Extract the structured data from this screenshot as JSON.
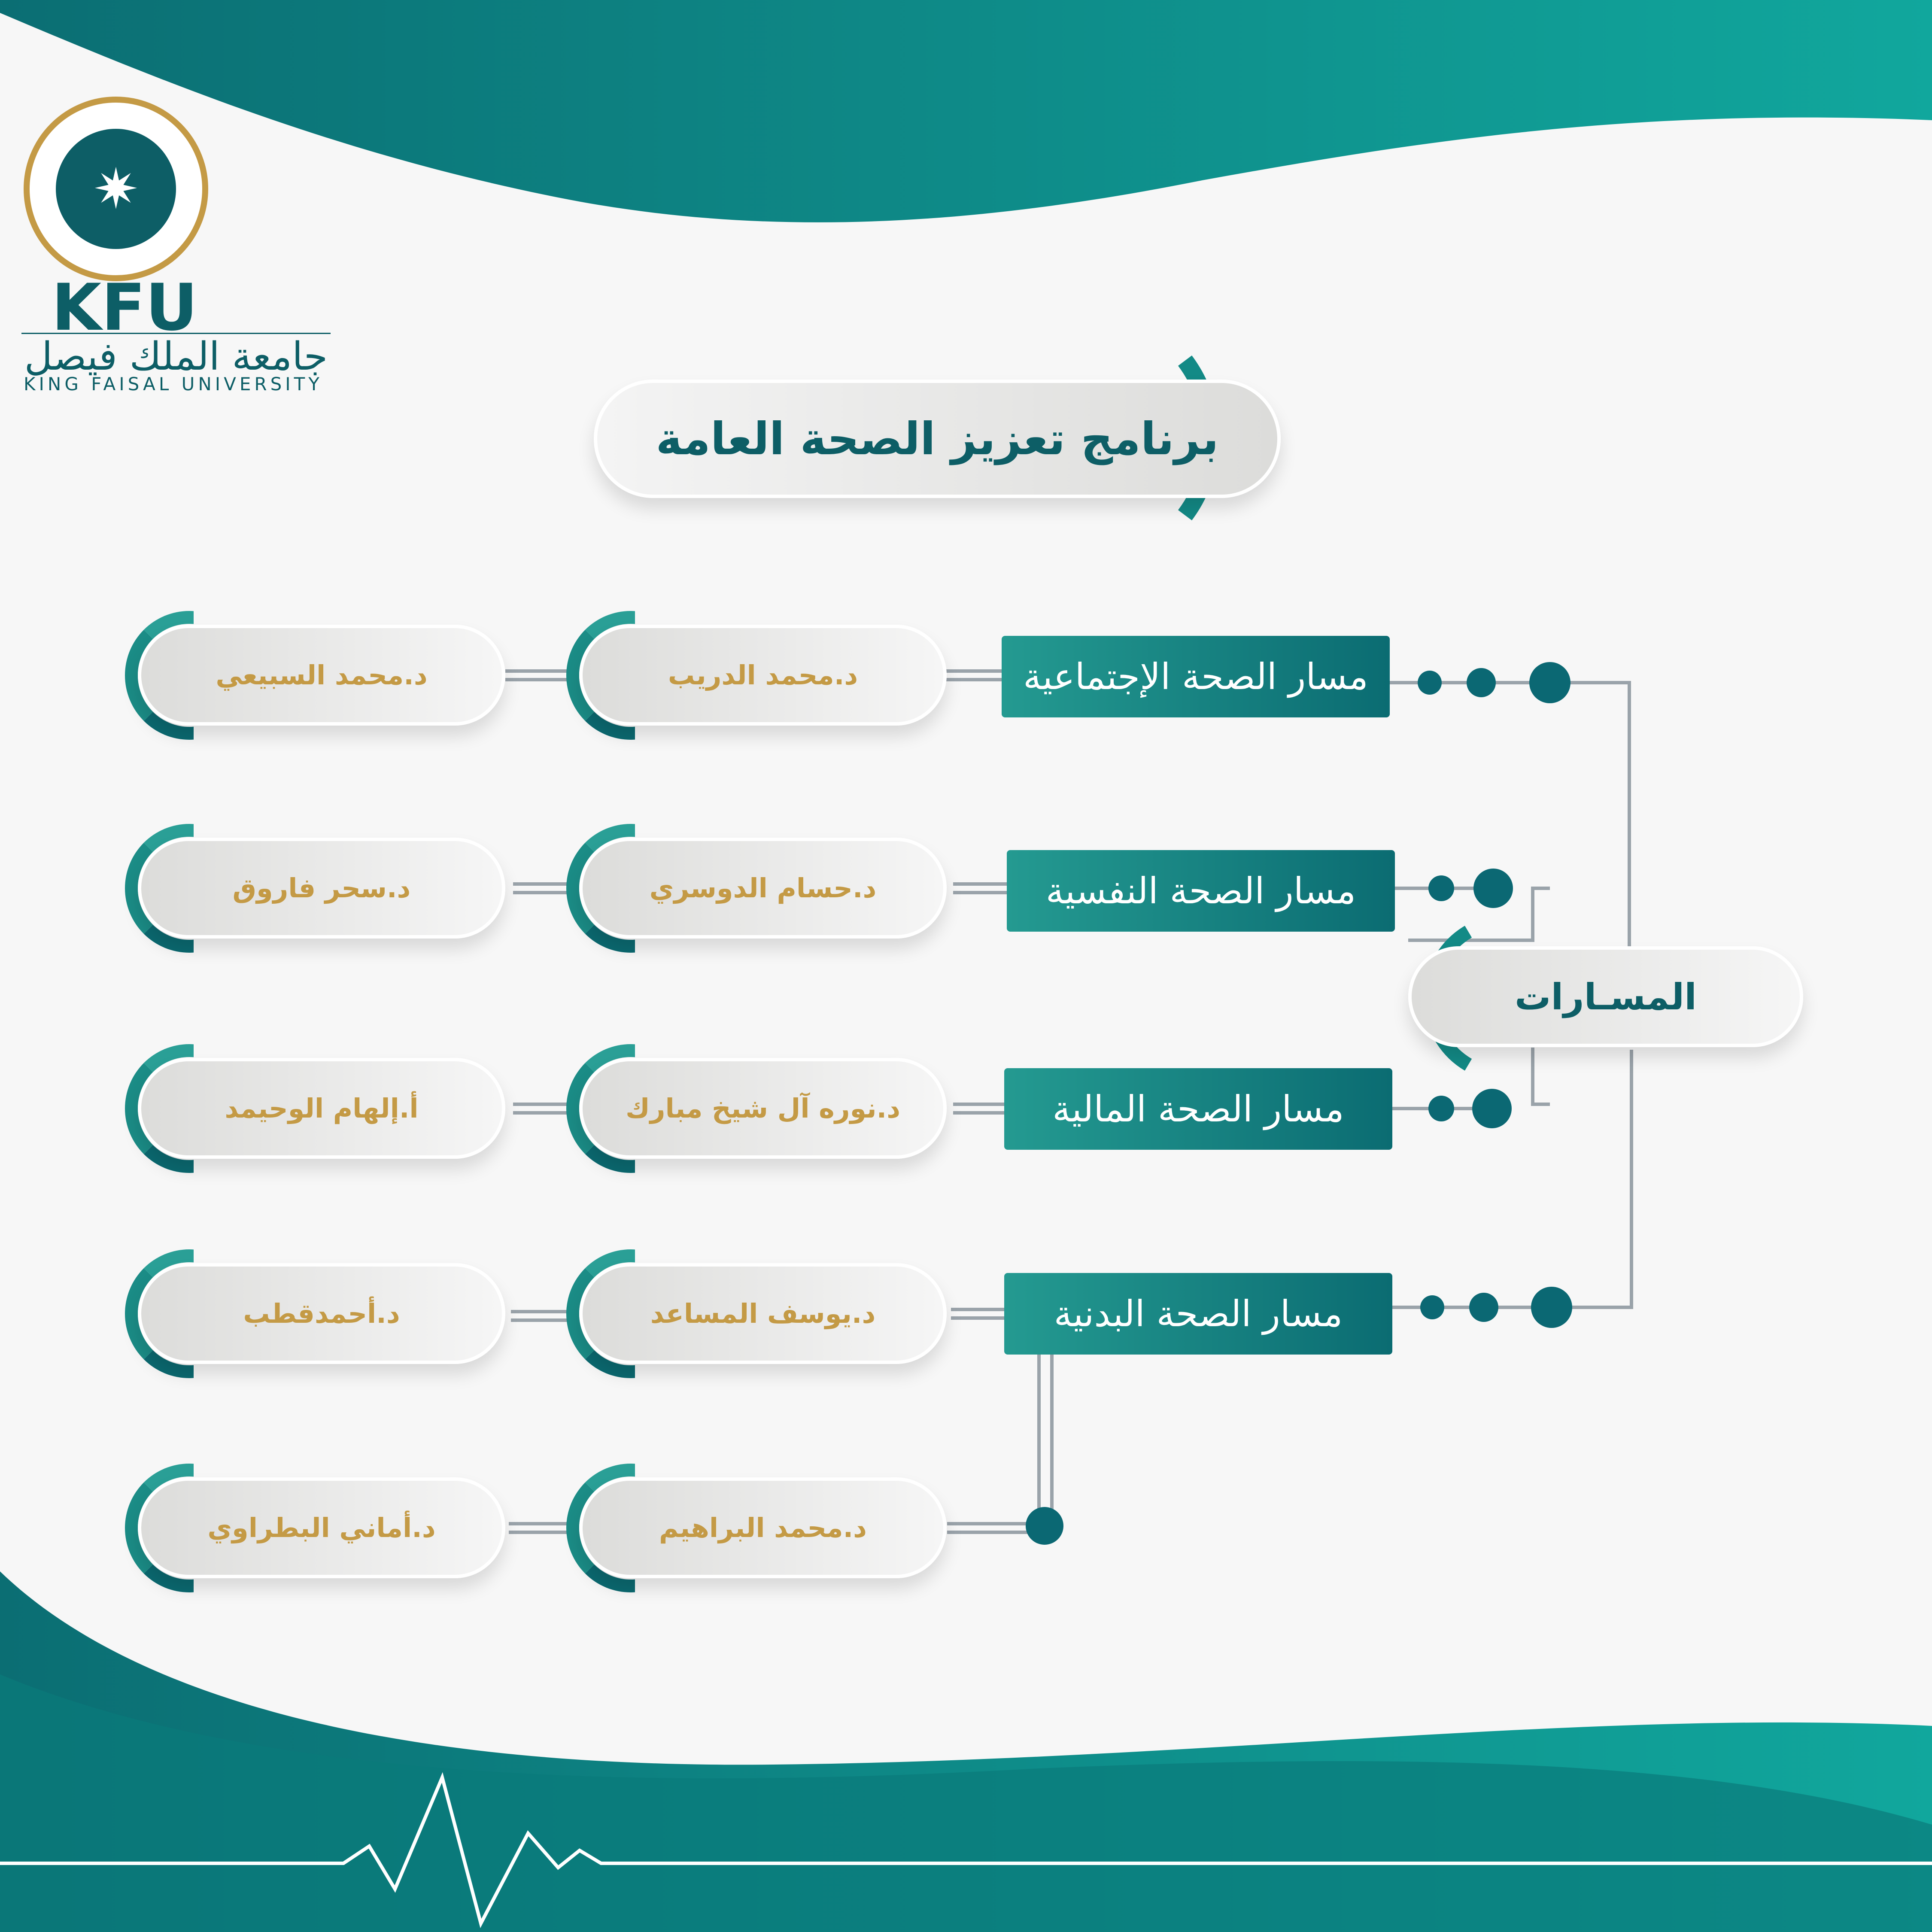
{
  "logo": {
    "abbr": "KFU",
    "arabic_name": "جامعة الملك فيصل",
    "english_name": "KING FAISAL UNIVERSITY"
  },
  "title": "برنامج تعزيز الصحة العامة",
  "root": "المسـارات",
  "tracks": [
    {
      "label": "مسار الصحة الإجتماعية",
      "members": [
        "د.محمد الدريب",
        "د.محمد السبيعي"
      ]
    },
    {
      "label": "مسار الصحة النفسية",
      "members": [
        "د.حسام الدوسري",
        "د.سحر فاروق"
      ]
    },
    {
      "label": "مسار الصحة المالية",
      "members": [
        "د.نوره آل شيخ مبارك",
        "أ.إلهام الوحيمد"
      ]
    },
    {
      "label": "مسار الصحة البدنية",
      "members": [
        "د.يوسف المساعد",
        "د.أحمدقطب"
      ]
    }
  ],
  "extra_row": {
    "members": [
      "د.محمد البراهيم",
      "د.أماني البطراوي"
    ]
  },
  "colors": {
    "teal": "#0d7f80",
    "gold": "#c49a45",
    "dark_teal": "#0d5e66"
  }
}
